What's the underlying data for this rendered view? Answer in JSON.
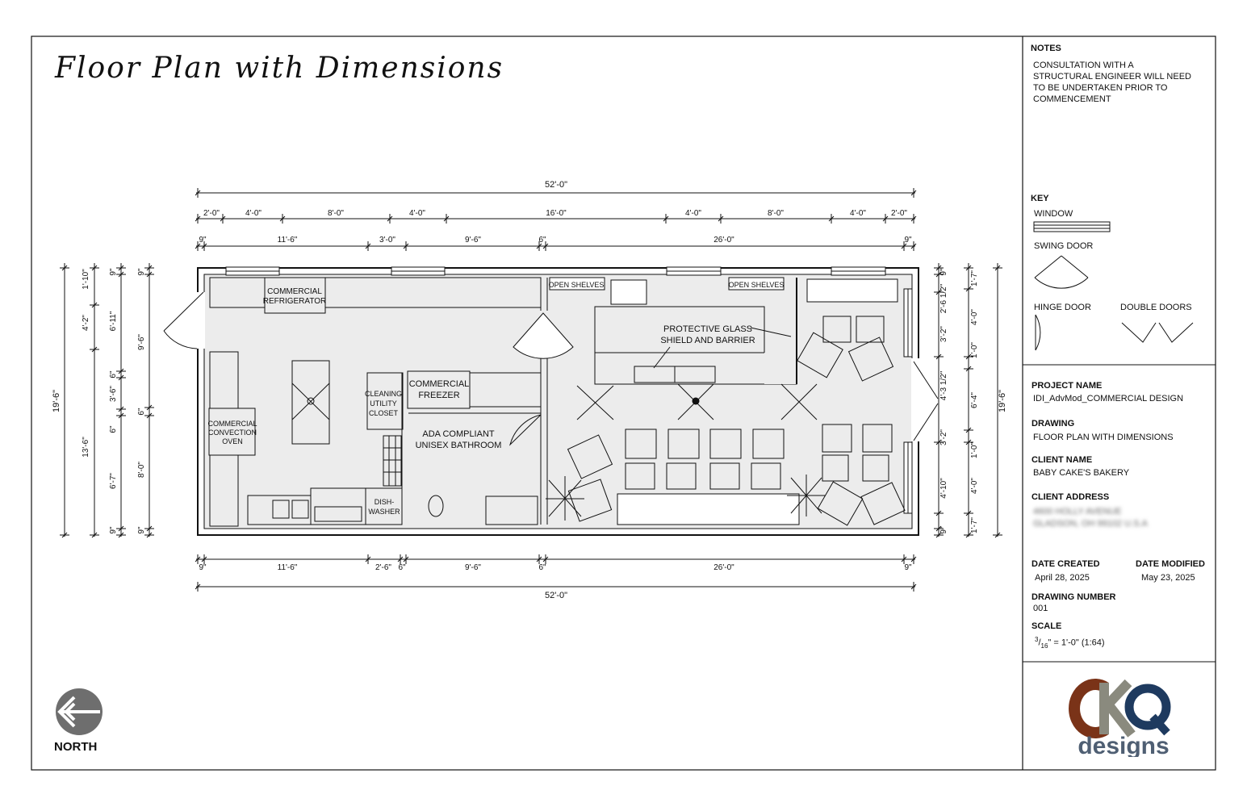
{
  "title": "Floor Plan with Dimensions",
  "notes": {
    "heading": "NOTES",
    "lines": [
      "CONSULTATION WITH A",
      "STRUCTURAL ENGINEER WILL NEED",
      "TO BE UNDERTAKEN PRIOR TO",
      "COMMENCEMENT"
    ]
  },
  "key": {
    "heading": "KEY",
    "window": "WINDOW",
    "swing_door": "SWING DOOR",
    "hinge_door": "HINGE DOOR",
    "double_doors": "DOUBLE DOORS"
  },
  "project": {
    "project_name_label": "PROJECT NAME",
    "project_name": "IDI_AdvMod_COMMERCIAL DESIGN",
    "drawing_label": "DRAWING",
    "drawing": "FLOOR PLAN WITH DIMENSIONS",
    "client_name_label": "CLIENT NAME",
    "client_name": "BABY CAKE'S BAKERY",
    "client_address_label": "CLIENT ADDRESS",
    "client_address_line1": "4600 HOLLY AVENUE",
    "client_address_line2": "GLADSON, OH 99102 U.S.A",
    "date_created_label": "DATE CREATED",
    "date_created": "April 28, 2025",
    "date_modified_label": "DATE MODIFIED",
    "date_modified": "May 23, 2025",
    "drawing_number_label": "DRAWING NUMBER",
    "drawing_number": "001",
    "scale_label": "SCALE",
    "scale_num": "3",
    "scale_den": "16",
    "scale_rest": "\" = 1'-0\" (1:64)"
  },
  "north": "NORTH",
  "logo": {
    "letters": "CKQ",
    "word": "designs",
    "colors": {
      "c": "#7a3318",
      "k": "#8a8a7e",
      "q": "#1e3a5f",
      "word": "#4f5f73"
    }
  },
  "rooms": {
    "commercial_refrigerator": [
      "COMMERCIAL",
      "REFRIGERATOR"
    ],
    "open_shelves_1": "OPEN SHELVES",
    "open_shelves_2": "OPEN SHELVES",
    "protective_glass": [
      "PROTECTIVE GLASS",
      "SHIELD AND BARRIER"
    ],
    "cleaning_utility_closet": [
      "CLEANING",
      "UTILITY",
      "CLOSET"
    ],
    "commercial_freezer": [
      "COMMERCIAL",
      "FREEZER"
    ],
    "ada_bathroom": [
      "ADA COMPLIANT",
      "UNISEX BATHROOM"
    ],
    "convection_oven": [
      "COMMERCIAL",
      "CONVECTION",
      "OVEN"
    ],
    "dishwasher": [
      "DISH-",
      "WASHER"
    ]
  },
  "dims": {
    "top_overall": "52'-0\"",
    "top_windows": [
      "2'-0\"",
      "4'-0\"",
      "8'-0\"",
      "4'-0\"",
      "16'-0\"",
      "4'-0\"",
      "8'-0\"",
      "4'-0\"",
      "2'-0\""
    ],
    "top_rooms": [
      "9\"",
      "11'-6\"",
      "3'-0\"",
      "9'-6\"",
      "6\"",
      "26'-0\"",
      "9\""
    ],
    "bottom_rooms": [
      "9\"",
      "11'-6\"",
      "2'-6\"",
      "6\"",
      "9'-6\"",
      "6\"",
      "26'-0\"",
      "9\""
    ],
    "bottom_overall": "52'-0\"",
    "left_overall": "19'-6\"",
    "left_a": [
      "1'-10\"",
      "4'-2\"",
      "13'-6\""
    ],
    "left_b": [
      "9\"",
      "6'-11\"",
      "6\"",
      "3'-6\"",
      "6\"",
      "6'-7\"",
      "9\""
    ],
    "left_c": [
      "9\"",
      "9'-6\"",
      "6\"",
      "8'-0\"",
      "9\""
    ],
    "right_a": [
      "9\"",
      "2'-6 1/2\"",
      "3'-2\"",
      "4'-3 1/2\"",
      "3'-2\"",
      "4'-10\"",
      "9\""
    ],
    "right_b": [
      "1'-7\"",
      "4'-0\"",
      "1'-0\"",
      "6'-4\"",
      "1'-0\"",
      "4'-0\"",
      "1'-7\""
    ],
    "right_overall": "19'-6\""
  }
}
